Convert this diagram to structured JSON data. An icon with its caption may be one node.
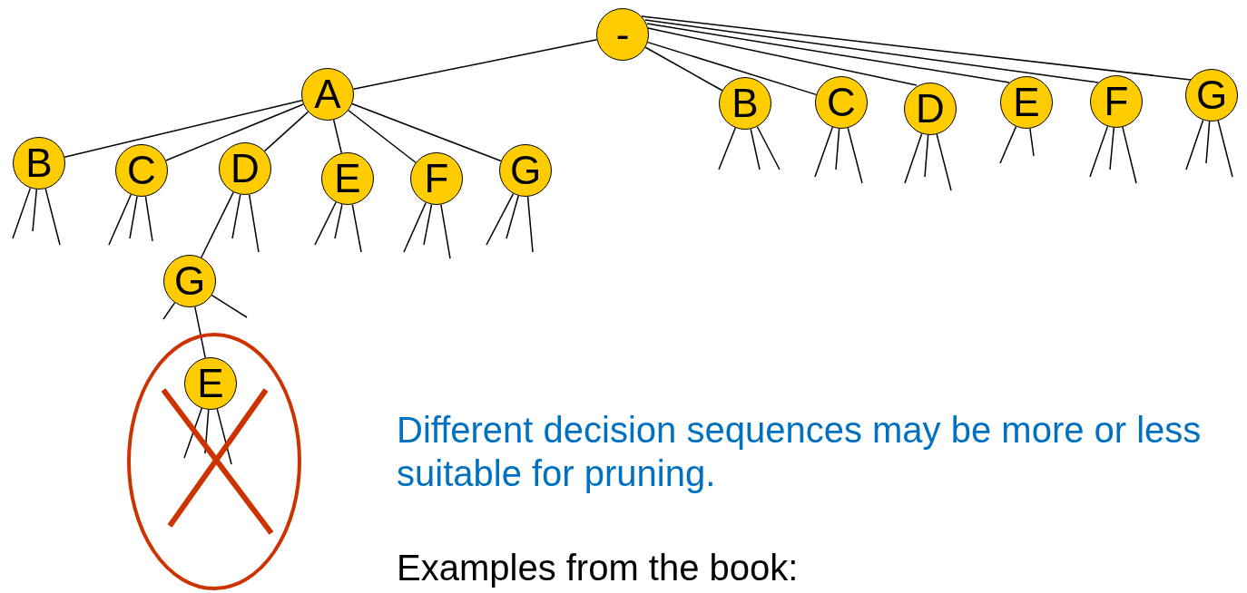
{
  "diagram": {
    "nodes": [
      {
        "text": [
          "-"
        ]
      },
      {
        "text": [
          "A"
        ]
      },
      {
        "text": [
          "B"
        ]
      },
      {
        "text": [
          "C"
        ]
      },
      {
        "text": [
          "D"
        ]
      },
      {
        "text": [
          "E"
        ]
      },
      {
        "text": [
          "F"
        ]
      },
      {
        "text": [
          "G"
        ]
      },
      {
        "text": [
          "G"
        ]
      },
      {
        "text": [
          "E"
        ]
      },
      {
        "text": [
          "B"
        ]
      },
      {
        "text": [
          "C"
        ]
      },
      {
        "text": [
          "D"
        ]
      },
      {
        "text": [
          "E"
        ]
      },
      {
        "text": [
          "F"
        ]
      },
      {
        "text": [
          "G"
        ]
      }
    ],
    "edges": [
      {
        "from": 0,
        "to": 1,
        "arrow": "none"
      },
      {
        "from": 0,
        "to": 10,
        "arrow": "none"
      },
      {
        "from": 0,
        "to": 11,
        "arrow": "none"
      },
      {
        "from": 0,
        "to": 12,
        "arrow": "none"
      },
      {
        "from": 0,
        "to": 13,
        "arrow": "none"
      },
      {
        "from": 0,
        "to": 14,
        "arrow": "none"
      },
      {
        "from": 0,
        "to": 15,
        "arrow": "none"
      },
      {
        "from": 1,
        "to": 2,
        "arrow": "none"
      },
      {
        "from": 1,
        "to": 3,
        "arrow": "none"
      },
      {
        "from": 1,
        "to": 4,
        "arrow": "none"
      },
      {
        "from": 1,
        "to": 5,
        "arrow": "none"
      },
      {
        "from": 1,
        "to": 6,
        "arrow": "none"
      },
      {
        "from": 1,
        "to": 7,
        "arrow": "none"
      },
      {
        "from": 4,
        "to": 8,
        "arrow": "none"
      },
      {
        "from": 8,
        "to": 9,
        "arrow": "none"
      },
      {
        "from": 2,
        "to": null,
        "arrow": "none"
      },
      {
        "from": 2,
        "to": null,
        "arrow": "none"
      },
      {
        "from": 2,
        "to": null,
        "arrow": "none"
      },
      {
        "from": 3,
        "to": null,
        "arrow": "none"
      },
      {
        "from": 3,
        "to": null,
        "arrow": "none"
      },
      {
        "from": 3,
        "to": null,
        "arrow": "none"
      },
      {
        "from": 4,
        "to": null,
        "arrow": "none"
      },
      {
        "from": 4,
        "to": null,
        "arrow": "none"
      },
      {
        "from": 5,
        "to": null,
        "arrow": "none"
      },
      {
        "from": 5,
        "to": null,
        "arrow": "none"
      },
      {
        "from": 5,
        "to": null,
        "arrow": "none"
      },
      {
        "from": 6,
        "to": null,
        "arrow": "none"
      },
      {
        "from": 6,
        "to": null,
        "arrow": "none"
      },
      {
        "from": 6,
        "to": null,
        "arrow": "none"
      },
      {
        "from": 7,
        "to": null,
        "arrow": "none"
      },
      {
        "from": 7,
        "to": null,
        "arrow": "none"
      },
      {
        "from": 7,
        "to": null,
        "arrow": "none"
      },
      {
        "from": 8,
        "to": null,
        "arrow": "none"
      },
      {
        "from": 8,
        "to": null,
        "arrow": "none"
      },
      {
        "from": 9,
        "to": null,
        "arrow": "none"
      },
      {
        "from": 9,
        "to": null,
        "arrow": "none"
      },
      {
        "from": 9,
        "to": null,
        "arrow": "none"
      },
      {
        "from": 10,
        "to": null,
        "arrow": "none"
      },
      {
        "from": 10,
        "to": null,
        "arrow": "none"
      },
      {
        "from": 10,
        "to": null,
        "arrow": "none"
      },
      {
        "from": 11,
        "to": null,
        "arrow": "none"
      },
      {
        "from": 11,
        "to": null,
        "arrow": "none"
      },
      {
        "from": 11,
        "to": null,
        "arrow": "none"
      },
      {
        "from": 12,
        "to": null,
        "arrow": "none"
      },
      {
        "from": 12,
        "to": null,
        "arrow": "none"
      },
      {
        "from": 12,
        "to": null,
        "arrow": "none"
      },
      {
        "from": 13,
        "to": null,
        "arrow": "none"
      },
      {
        "from": 13,
        "to": null,
        "arrow": "none"
      },
      {
        "from": 14,
        "to": null,
        "arrow": "none"
      },
      {
        "from": 14,
        "to": null,
        "arrow": "none"
      },
      {
        "from": 14,
        "to": null,
        "arrow": "none"
      },
      {
        "from": 15,
        "to": null,
        "arrow": "none"
      },
      {
        "from": 15,
        "to": null,
        "arrow": "none"
      },
      {
        "from": 15,
        "to": null,
        "arrow": "none"
      }
    ],
    "labels": [
      "Different decision sequences may be more or less suitable for pruning.",
      "Examples from the book:"
    ]
  }
}
